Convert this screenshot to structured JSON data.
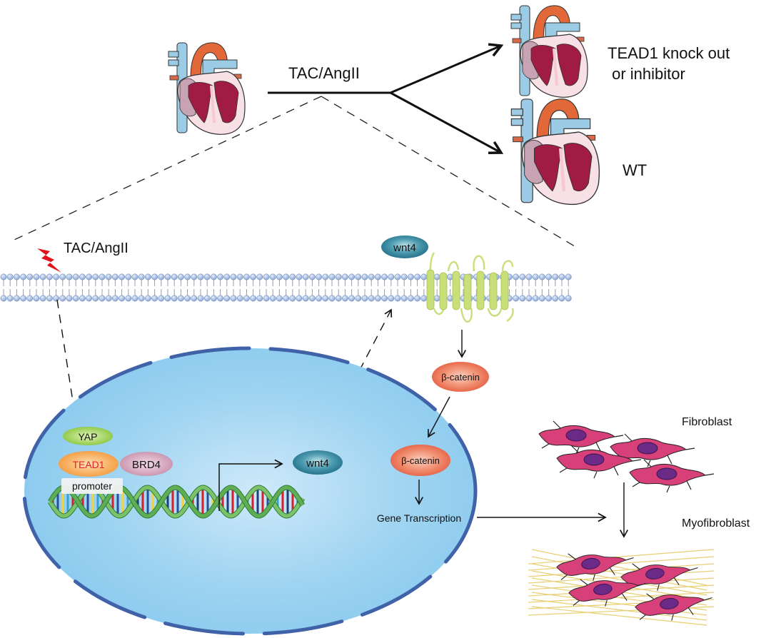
{
  "top": {
    "stimulus_label": "TAC/AngII",
    "outcome_knockout_label_line1": "TEAD1 knock out",
    "outcome_knockout_label_line2": " or inhibitor",
    "outcome_wt_label": "WT"
  },
  "membrane": {
    "stimulus_label": "TAC/AngII",
    "ligand_label": "wnt4"
  },
  "cytoplasm": {
    "beta_catenin_label": "β-catenin"
  },
  "nucleus": {
    "yap_label": "YAP",
    "tead1_label": "TEAD1",
    "brd4_label": "BRD4",
    "promoter_label": "promoter",
    "wnt4_label": "wnt4",
    "beta_catenin_label": "β-catenin",
    "gene_transcription_label": "Gene Transcription"
  },
  "cells": {
    "fibroblast_label": "Fibroblast",
    "myofibroblast_label": "Myofibroblast"
  },
  "colors": {
    "nucleus_fill": "#8fcdef",
    "nuclear_envelope": "#3f62a8",
    "membrane_head": "#8fa9d6",
    "receptor": "#c9df7a",
    "wnt4": "#2f7d93",
    "beta_catenin": "#ea6b4f",
    "yap": "#8ccb3a",
    "tead1": "#f59a3c",
    "tead1_text": "#e0222b",
    "brd4": "#c98aa8",
    "lightning": "#e0141b",
    "heart_muscle": "#a01c45",
    "aorta": "#e2683a",
    "vessel": "#9ccbe6",
    "cell_body": "#d8407a",
    "cell_nucleus": "#6a2a86",
    "collagen": "#e8cf74"
  }
}
